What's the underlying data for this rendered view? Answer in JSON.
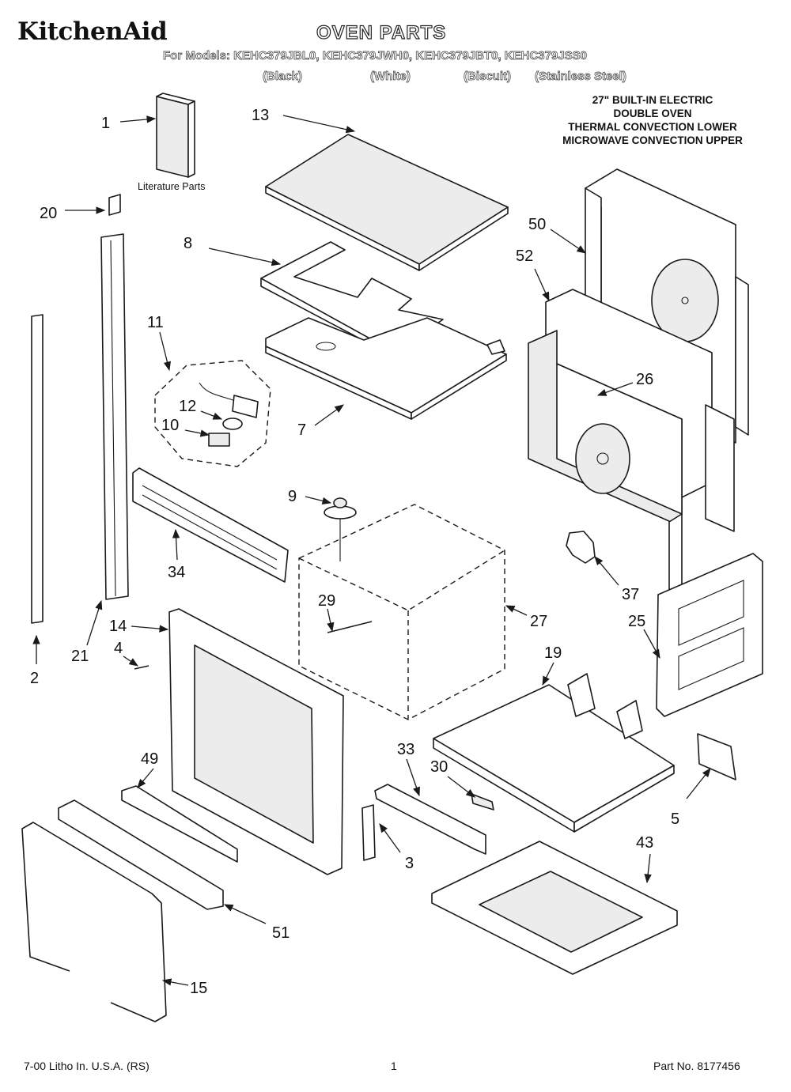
{
  "header": {
    "brand": "KitchenAid",
    "title": "OVEN PARTS",
    "models_line": "For Models: KEHC379JBL0, KEHC379JWH0, KEHC379JBT0, KEHC379JSS0",
    "variants": [
      "(Black)",
      "(White)",
      "(Biscuit)",
      "(Stainless Steel)"
    ]
  },
  "description": [
    "27\" BUILT-IN ELECTRIC",
    "DOUBLE OVEN",
    "THERMAL CONVECTION LOWER",
    "MICROWAVE CONVECTION UPPER"
  ],
  "literature_label": "Literature Parts",
  "callouts": [
    "1",
    "13",
    "20",
    "8",
    "50",
    "52",
    "11",
    "12",
    "10",
    "7",
    "26",
    "9",
    "34",
    "29",
    "27",
    "37",
    "14",
    "4",
    "21",
    "2",
    "25",
    "19",
    "33",
    "30",
    "49",
    "5",
    "3",
    "43",
    "51",
    "15"
  ],
  "footer": {
    "left": "7-00 Litho In. U.S.A. (RS)",
    "page": "1",
    "part_no": "Part No. 8177456"
  }
}
